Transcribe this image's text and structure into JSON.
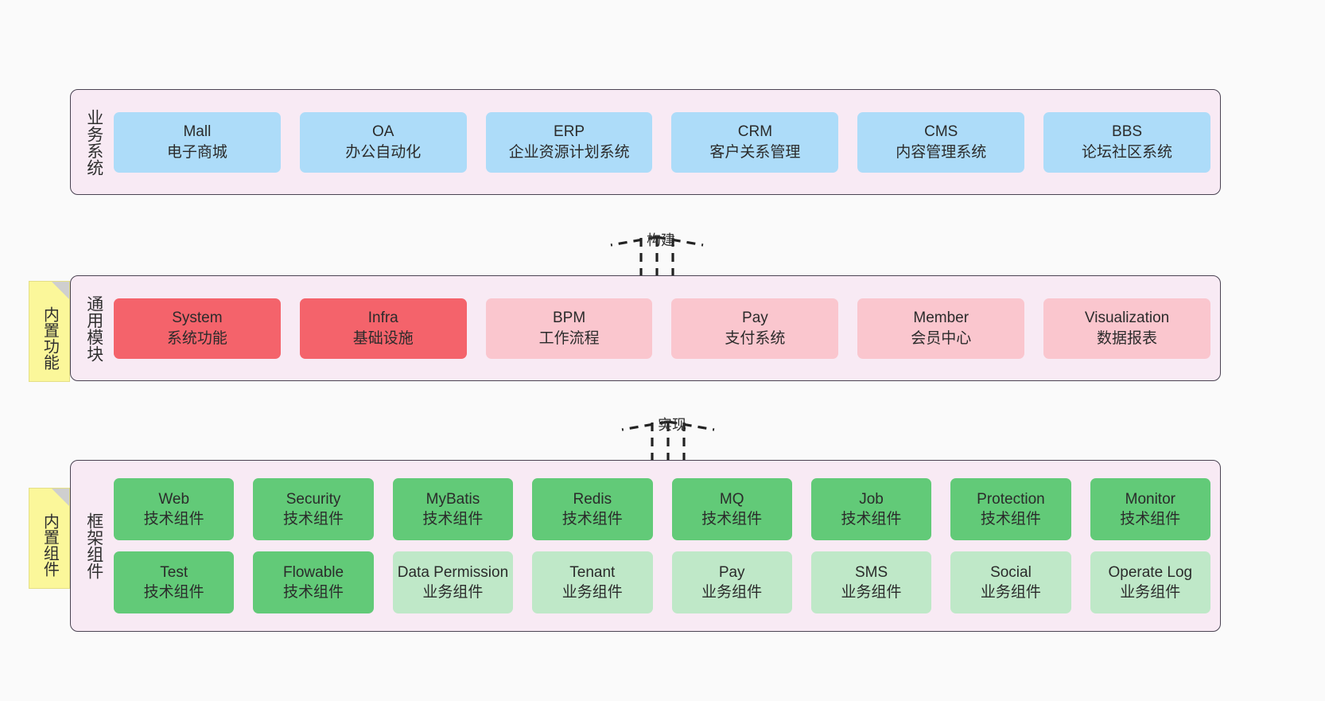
{
  "diagram": {
    "background_color": "#fafafa",
    "panel_color": "#f8eaf4",
    "panel_border_color": "#4a4352",
    "note_color": "#fbf79a"
  },
  "layers": [
    {
      "id": "business-systems",
      "title": "业务系统",
      "rows": [
        {
          "cards": [
            {
              "name": "mall",
              "l1": "Mall",
              "l2": "电子商城",
              "color": "#addcf9",
              "style": "c-blue"
            },
            {
              "name": "oa",
              "l1": "OA",
              "l2": "办公自动化",
              "color": "#addcf9",
              "style": "c-blue"
            },
            {
              "name": "erp",
              "l1": "ERP",
              "l2": "企业资源计划系统",
              "color": "#addcf9",
              "style": "c-blue"
            },
            {
              "name": "crm",
              "l1": "CRM",
              "l2": "客户关系管理",
              "color": "#addcf9",
              "style": "c-blue"
            },
            {
              "name": "cms",
              "l1": "CMS",
              "l2": "内容管理系统",
              "color": "#addcf9",
              "style": "c-blue"
            },
            {
              "name": "bbs",
              "l1": "BBS",
              "l2": "论坛社区系统",
              "color": "#addcf9",
              "style": "c-blue"
            }
          ]
        }
      ]
    },
    {
      "id": "common-modules",
      "title": "通用模块",
      "note": "内置功能",
      "rows": [
        {
          "cards": [
            {
              "name": "system",
              "l1": "System",
              "l2": "系统功能",
              "color": "#f4636b",
              "style": "c-red"
            },
            {
              "name": "infra",
              "l1": "Infra",
              "l2": "基础设施",
              "color": "#f4636b",
              "style": "c-red"
            },
            {
              "name": "bpm",
              "l1": "BPM",
              "l2": "工作流程",
              "color": "#fac6ce",
              "style": "c-pink"
            },
            {
              "name": "pay",
              "l1": "Pay",
              "l2": "支付系统",
              "color": "#fac6ce",
              "style": "c-pink"
            },
            {
              "name": "member",
              "l1": "Member",
              "l2": "会员中心",
              "color": "#fac6ce",
              "style": "c-pink"
            },
            {
              "name": "visualization",
              "l1": "Visualization",
              "l2": "数据报表",
              "color": "#fac6ce",
              "style": "c-pink"
            }
          ]
        }
      ]
    },
    {
      "id": "framework-components",
      "title": "框架组件",
      "note": "内置组件",
      "rows": [
        {
          "cards": [
            {
              "name": "web",
              "l1": "Web",
              "l2": "技术组件",
              "color": "#62ca78",
              "style": "c-green"
            },
            {
              "name": "security",
              "l1": "Security",
              "l2": "技术组件",
              "color": "#62ca78",
              "style": "c-green"
            },
            {
              "name": "mybatis",
              "l1": "MyBatis",
              "l2": "技术组件",
              "color": "#62ca78",
              "style": "c-green"
            },
            {
              "name": "redis",
              "l1": "Redis",
              "l2": "技术组件",
              "color": "#62ca78",
              "style": "c-green"
            },
            {
              "name": "mq",
              "l1": "MQ",
              "l2": "技术组件",
              "color": "#62ca78",
              "style": "c-green"
            },
            {
              "name": "job",
              "l1": "Job",
              "l2": "技术组件",
              "color": "#62ca78",
              "style": "c-green"
            },
            {
              "name": "protection",
              "l1": "Protection",
              "l2": "技术组件",
              "color": "#62ca78",
              "style": "c-green"
            },
            {
              "name": "monitor",
              "l1": "Monitor",
              "l2": "技术组件",
              "color": "#62ca78",
              "style": "c-green"
            }
          ]
        },
        {
          "cards": [
            {
              "name": "test",
              "l1": "Test",
              "l2": "技术组件",
              "color": "#62ca78",
              "style": "c-green"
            },
            {
              "name": "flowable",
              "l1": "Flowable",
              "l2": "技术组件",
              "color": "#62ca78",
              "style": "c-green"
            },
            {
              "name": "data-permission",
              "l1": "Data Permission",
              "l2": "业务组件",
              "color": "#bfe8c8",
              "style": "c-greenlight",
              "wrap": true
            },
            {
              "name": "tenant",
              "l1": "Tenant",
              "l2": "业务组件",
              "color": "#bfe8c8",
              "style": "c-greenlight"
            },
            {
              "name": "pay",
              "l1": "Pay",
              "l2": "业务组件",
              "color": "#bfe8c8",
              "style": "c-greenlight"
            },
            {
              "name": "sms",
              "l1": "SMS",
              "l2": "业务组件",
              "color": "#bfe8c8",
              "style": "c-greenlight"
            },
            {
              "name": "social",
              "l1": "Social",
              "l2": "业务组件",
              "color": "#bfe8c8",
              "style": "c-greenlight"
            },
            {
              "name": "operate-log",
              "l1": "Operate Log",
              "l2": "业务组件",
              "color": "#bfe8c8",
              "style": "c-greenlight"
            }
          ]
        }
      ]
    }
  ],
  "connectors": [
    {
      "id": "build",
      "label": "构建",
      "from": "common-modules",
      "to": "business-systems"
    },
    {
      "id": "implement",
      "label": "实现",
      "from": "framework-components",
      "to": "common-modules"
    }
  ]
}
